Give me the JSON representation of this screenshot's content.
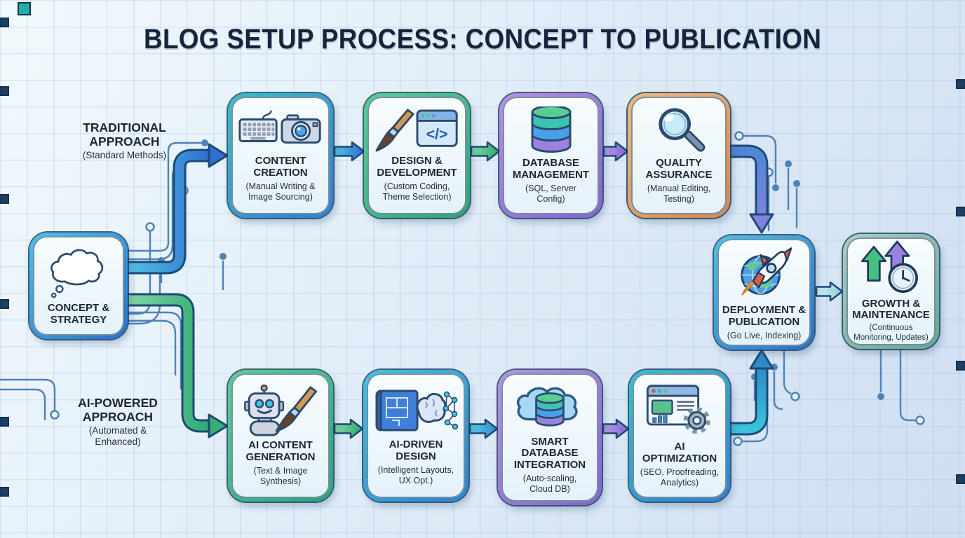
{
  "title": "BLOG SETUP PROCESS: CONCEPT TO PUBLICATION",
  "concept": {
    "title": "CONCEPT & STRATEGY"
  },
  "traditional": {
    "label": "TRADITIONAL APPROACH",
    "sublabel": "(Standard Methods)",
    "steps": [
      {
        "title": "CONTENT CREATION",
        "subtitle": "(Manual Writing & Image Sourcing)"
      },
      {
        "title": "DESIGN & DEVELOPMENT",
        "subtitle": "(Custom Coding, Theme Selection)"
      },
      {
        "title": "DATABASE MANAGEMENT",
        "subtitle": "(SQL, Server Config)"
      },
      {
        "title": "QUALITY ASSURANCE",
        "subtitle": "(Manual Editing, Testing)"
      }
    ]
  },
  "ai": {
    "label": "AI-POWERED APPROACH",
    "sublabel": "(Automated & Enhanced)",
    "steps": [
      {
        "title": "AI CONTENT GENERATION",
        "subtitle": "(Text & Image Synthesis)"
      },
      {
        "title": "AI-DRIVEN DESIGN",
        "subtitle": "(Intelligent Layouts, UX Opt.)"
      },
      {
        "title": "SMART DATABASE INTEGRATION",
        "subtitle": "(Auto-scaling, Cloud DB)"
      },
      {
        "title": "AI OPTIMIZATION",
        "subtitle": "(SEO, Proofreading, Analytics)"
      }
    ]
  },
  "final": {
    "deployment": {
      "title": "DEPLOYMENT & PUBLICATION",
      "subtitle": "(Go Live, Indexing)"
    },
    "growth": {
      "title": "GROWTH & MAINTENANCE",
      "subtitle": "(Continuous Monitoring, Updates)"
    }
  },
  "icons": {
    "code_glyph": "</>"
  },
  "colors": {
    "title_navy": "#17243d",
    "border_blue": "#2a6fce",
    "border_teal": "#35c0c8",
    "border_green": "#2aa378",
    "border_purple": "#8562d2",
    "border_orange": "#d9854c",
    "border_sage": "#64a892",
    "arrow_blue": "#4aa0e0",
    "arrow_green": "#55c08a",
    "arrow_purple": "#a184dc",
    "arrow_cyan": "#45b8dc",
    "trace_blue": "#4f82b8",
    "background": "#dce9f6"
  }
}
